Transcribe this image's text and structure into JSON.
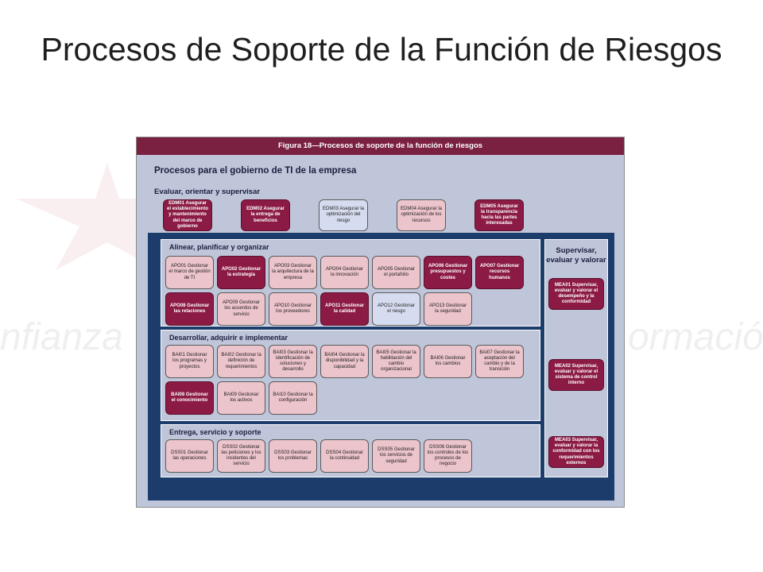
{
  "slide": {
    "title": "Procesos de Soporte de la Función de Riesgos"
  },
  "figure": {
    "header": "Figura 18—Procesos de soporte de la función de riesgos",
    "governance_title": "Procesos para el gobierno de TI de la empresa",
    "edm": {
      "title": "Evaluar, orientar y supervisar",
      "items": [
        {
          "text": "EDM01 Asegurar el establecimiento y mantenimiento del marco de gobierno",
          "style": "dark"
        },
        {
          "text": "EDM02 Asegurar la entrega de beneficios",
          "style": "dark"
        },
        {
          "text": "EDM03 Asegurar la optimización del riesgo",
          "style": "blue"
        },
        {
          "text": "EDM04 Asegurar la optimización de los recursos",
          "style": "light"
        },
        {
          "text": "EDM05 Asegurar la transparencia hacia las partes interesadas",
          "style": "dark"
        }
      ]
    },
    "apo": {
      "title": "Alinear, planificar y organizar",
      "items": [
        {
          "text": "APO01 Gestionar el marco de gestión de TI",
          "style": "light"
        },
        {
          "text": "APO02 Gestionar la estrategia",
          "style": "dark"
        },
        {
          "text": "APO03 Gestionar la arquitectura de la empresa",
          "style": "light"
        },
        {
          "text": "APO04 Gestionar la innovación",
          "style": "light"
        },
        {
          "text": "APO05 Gestionar el portafolio",
          "style": "light"
        },
        {
          "text": "APO06 Gestionar presupuestos y costes",
          "style": "dark"
        },
        {
          "text": "APO07 Gestionar recursos humanos",
          "style": "dark"
        },
        {
          "text": "APO08 Gestionar las relaciones",
          "style": "dark"
        },
        {
          "text": "APO09 Gestionar los acuerdos de servicio",
          "style": "light"
        },
        {
          "text": "APO10 Gestionar los proveedores",
          "style": "light"
        },
        {
          "text": "APO11 Gestionar la calidad",
          "style": "dark"
        },
        {
          "text": "APO12 Gestionar el riesgo",
          "style": "blue"
        },
        {
          "text": "APO13 Gestionar la seguridad",
          "style": "light"
        }
      ]
    },
    "bai": {
      "title": "Desarrollar, adquirir e implementar",
      "items": [
        {
          "text": "BAI01 Gestionar los programas y proyectos",
          "style": "light"
        },
        {
          "text": "BAI02 Gestionar la definición de requerimientos",
          "style": "light"
        },
        {
          "text": "BAI03 Gestionar la identificación de soluciones y desarrollo",
          "style": "light"
        },
        {
          "text": "BAI04 Gestionar la disponibilidad y la capacidad",
          "style": "light"
        },
        {
          "text": "BAI05 Gestionar la habilitación del cambio organizacional",
          "style": "light"
        },
        {
          "text": "BAI06 Gestionar los cambios",
          "style": "light"
        },
        {
          "text": "BAI07 Gestionar la aceptación del cambio y de la transición",
          "style": "light"
        },
        {
          "text": "BAI08 Gestionar el conocimiento",
          "style": "dark"
        },
        {
          "text": "BAI09 Gestionar los activos",
          "style": "light"
        },
        {
          "text": "BAI10 Gestionar la configuración",
          "style": "light"
        }
      ]
    },
    "dss": {
      "title": "Entrega, servicio y soporte",
      "items": [
        {
          "text": "DSS01 Gestionar las operaciones",
          "style": "light"
        },
        {
          "text": "DSS02 Gestionar las peticiones y los incidentes del servicio",
          "style": "light"
        },
        {
          "text": "DSS03 Gestionar los problemas",
          "style": "light"
        },
        {
          "text": "DSS04 Gestionar la continuidad",
          "style": "light"
        },
        {
          "text": "DSS05 Gestionar los servicios de seguridad",
          "style": "light"
        },
        {
          "text": "DSS06 Gestionar los controles de los procesos de negocio",
          "style": "light"
        }
      ]
    },
    "mea": {
      "title": "Supervisar, evaluar y valorar",
      "items": [
        {
          "text": "MEA01 Supervisar, evaluar y valorar el desempeño y la conformidad",
          "style": "dark"
        },
        {
          "text": "MEA02 Supervisar, evaluar y valorar el sistema de control interno",
          "style": "dark"
        },
        {
          "text": "MEA03 Supervisar, evaluar y valorar la conformidad con los requerimientos externos",
          "style": "dark"
        }
      ]
    }
  }
}
